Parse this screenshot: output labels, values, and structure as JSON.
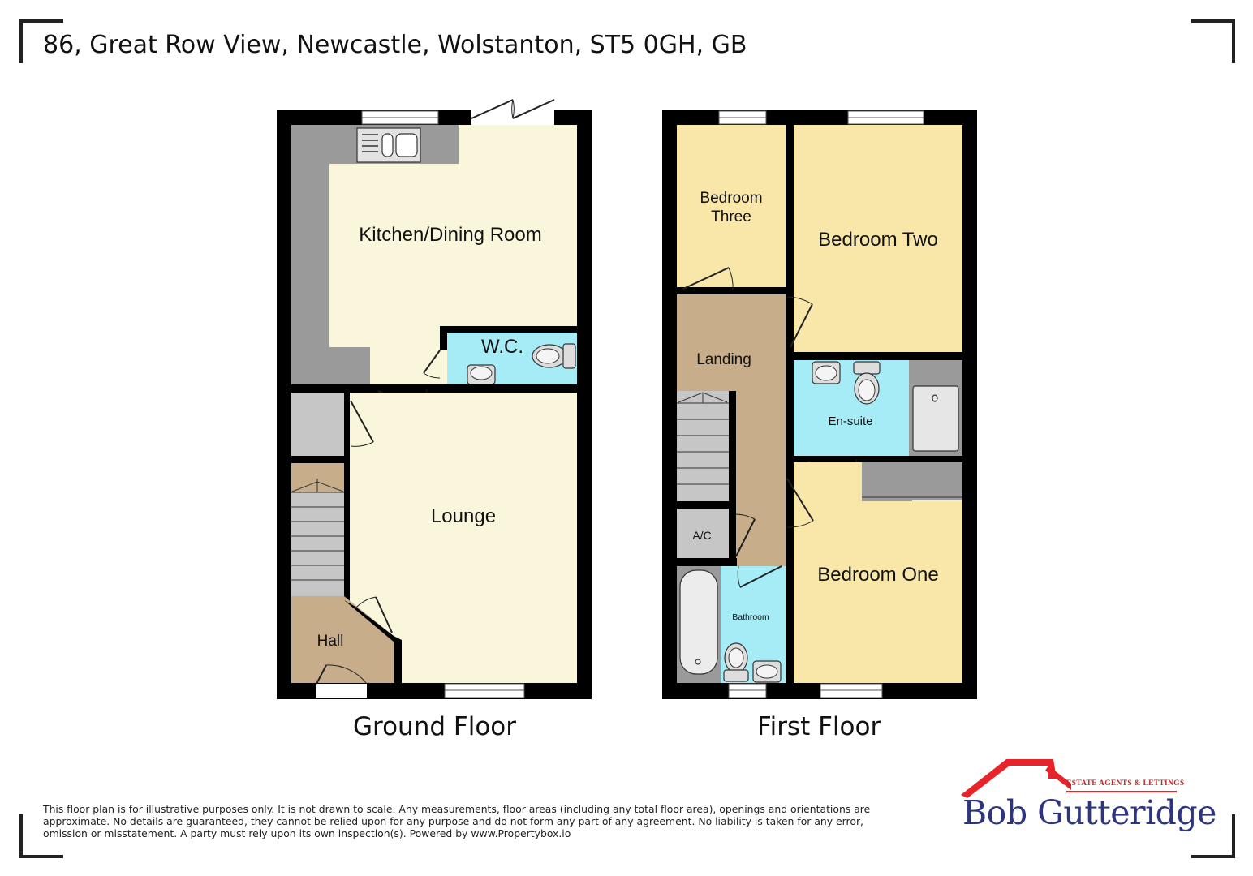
{
  "address": "86, Great Row View, Newcastle, Wolstanton, ST5 0GH, GB",
  "floors": [
    {
      "title": "Ground Floor",
      "rooms": [
        {
          "label": "Kitchen/Dining Room"
        },
        {
          "label": "W.C."
        },
        {
          "label": "Lounge"
        },
        {
          "label": "Hall"
        }
      ]
    },
    {
      "title": "First Floor",
      "rooms": [
        {
          "label": "Bedroom",
          "label2": "Three"
        },
        {
          "label": "Bedroom Two"
        },
        {
          "label": "Landing"
        },
        {
          "label": "En-suite"
        },
        {
          "label": "A/C"
        },
        {
          "label": "Bedroom One"
        },
        {
          "label": "Bathroom"
        }
      ]
    }
  ],
  "disclaimer": "This floor plan is for illustrative purposes only. It is not drawn to scale. Any measurements, floor areas (including any total floor area), openings and orientations are approximate. No details are guaranteed, they cannot be relied upon for any purpose and do not form any part of any agreement. No liability is taken for any error, omission or misstatement. A party must rely upon its own inspection(s). Powered by www.Propertybox.io",
  "logo": {
    "name": "Bob Gutteridge",
    "tagline": "ESTATE AGENTS & LETTINGS"
  },
  "colors": {
    "wall": "#000000",
    "kitchen": "#faf6dc",
    "bedroom": "#f8e7a9",
    "bathroom": "#a6ecf7",
    "circulation": "#c8ad8a",
    "worktop": "#9a9a9a",
    "storage": "#c6c6c6",
    "logo_blue": "#2e3580",
    "logo_red": "#e8242a"
  }
}
